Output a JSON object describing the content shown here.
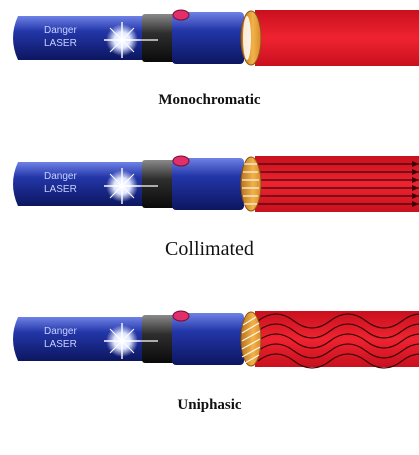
{
  "laser_label": {
    "line1": "Danger",
    "line2": "LASER"
  },
  "panels": [
    {
      "caption": "Monochromatic",
      "beam": "uniform"
    },
    {
      "caption": "Collimated",
      "beam": "parallel-lines"
    },
    {
      "caption": "Uniphasic",
      "beam": "in-phase-waves"
    }
  ],
  "colors": {
    "body_blue": "#2336a8",
    "beam_red": "#e51f2e",
    "coupler_gray": "#2e2e2e",
    "lens_orange": "#e8a030",
    "indicator_pink": "#e0306a",
    "line_dark": "#3a0808"
  }
}
